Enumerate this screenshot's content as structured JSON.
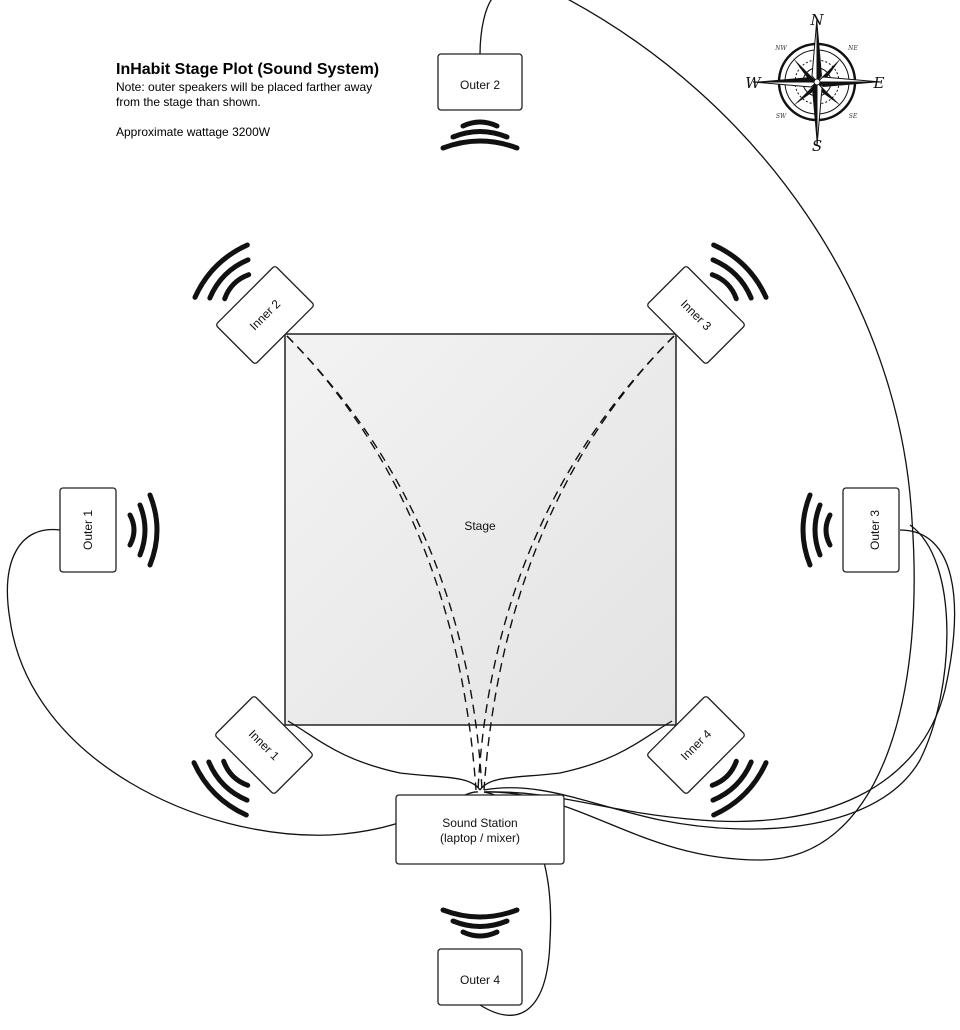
{
  "header": {
    "title": "InHabit Stage Plot (Sound System)",
    "note": "Note: outer speakers will be placed farther away from the stage than shown.",
    "wattage": "Approximate wattage 3200W"
  },
  "stage": {
    "label": "Stage"
  },
  "speakers": {
    "outer1": "Outer 1",
    "outer2": "Outer 2",
    "outer3": "Outer 3",
    "outer4": "Outer 4",
    "inner1": "Inner 1",
    "inner2": "Inner 2",
    "inner3": "Inner 3",
    "inner4": "Inner 4"
  },
  "sound_station": {
    "line1": "Sound Station",
    "line2": "(laptop / mixer)"
  },
  "compass": {
    "n": "N",
    "s": "S",
    "e": "E",
    "w": "W",
    "nw": "NW",
    "ne": "NE",
    "sw": "SW",
    "se": "SE"
  }
}
